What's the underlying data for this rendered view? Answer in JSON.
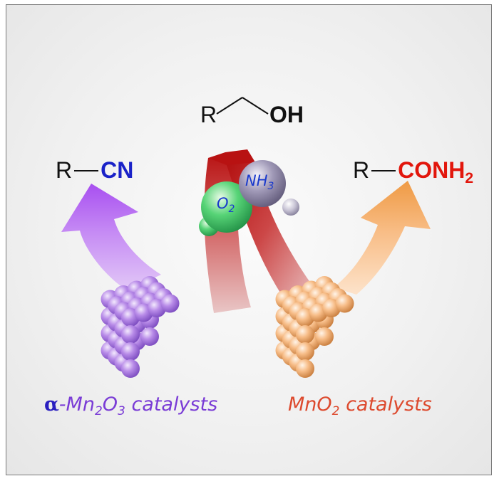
{
  "top": {
    "r": "R",
    "oh": "OH"
  },
  "left_product": {
    "r": "R",
    "group": "CN"
  },
  "right_product": {
    "r": "R",
    "group": "CONH",
    "sub": "2"
  },
  "oxygen": {
    "symbol": "O",
    "sub": "2"
  },
  "ammonia": {
    "symbol": "NH",
    "sub": "3"
  },
  "left_catalyst": {
    "prefix": "α",
    "main": "-Mn",
    "sub1": "2",
    "mid": "O",
    "sub2": "3",
    "suffix": " catalysts"
  },
  "right_catalyst": {
    "main": "MnO",
    "sub": "2",
    "suffix": " catalysts"
  },
  "colors": {
    "purple_arrow": "#b05cf0",
    "red_arrow": "#c01818",
    "orange_arrow": "#f0a050",
    "purple_sphere": "#a97ae0",
    "orange_sphere": "#f6b57c",
    "o2_sphere": "#45cc6a",
    "nh3_sphere": "#8b81a8",
    "cn_blue": "#1a22c8",
    "conh2_red": "#e2160c"
  }
}
